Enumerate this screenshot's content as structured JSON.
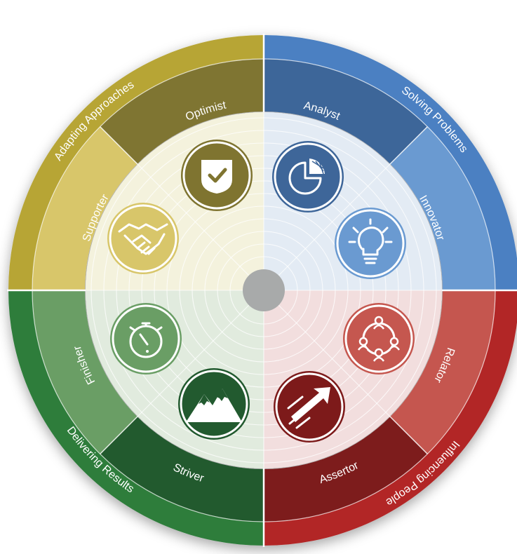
{
  "diagram": {
    "quadrants": [
      {
        "key": "adapting",
        "outer_label": "Adapting Approaches",
        "color_outer": "#b7a535",
        "color_mid": "#d8c66a",
        "color_dark": "#7f7430",
        "tint": "#f4f2dd"
      },
      {
        "key": "solving",
        "outer_label": "Solving Problems",
        "color_outer": "#4b80c2",
        "color_mid": "#6a9ad1",
        "color_dark": "#3e6699",
        "tint": "#e3ebf4"
      },
      {
        "key": "influencing",
        "outer_label": "Influencing People",
        "color_outer": "#b22727",
        "color_mid": "#c5574f",
        "color_dark": "#7d1a1a",
        "tint": "#f2dede"
      },
      {
        "key": "delivering",
        "outer_label": "Delivering Results",
        "color_outer": "#2f7d3b",
        "color_mid": "#6a9e65",
        "color_dark": "#225a2f",
        "tint": "#e1ebde"
      }
    ],
    "segments": [
      {
        "label": "Optimist",
        "icon": "shield-check-icon",
        "quadrant": "adapting"
      },
      {
        "label": "Analyst",
        "icon": "pie-chart-icon",
        "quadrant": "solving"
      },
      {
        "label": "Innovator",
        "icon": "lightbulb-icon",
        "quadrant": "solving"
      },
      {
        "label": "Relator",
        "icon": "people-network-icon",
        "quadrant": "influencing"
      },
      {
        "label": "Assertor",
        "icon": "arrow-up-right-icon",
        "quadrant": "influencing"
      },
      {
        "label": "Striver",
        "icon": "mountain-icon",
        "quadrant": "delivering"
      },
      {
        "label": "Finisher",
        "icon": "stopwatch-icon",
        "quadrant": "delivering"
      },
      {
        "label": "Supporter",
        "icon": "handshake-icon",
        "quadrant": "adapting"
      }
    ],
    "hub_color": "#a8aaaa"
  }
}
